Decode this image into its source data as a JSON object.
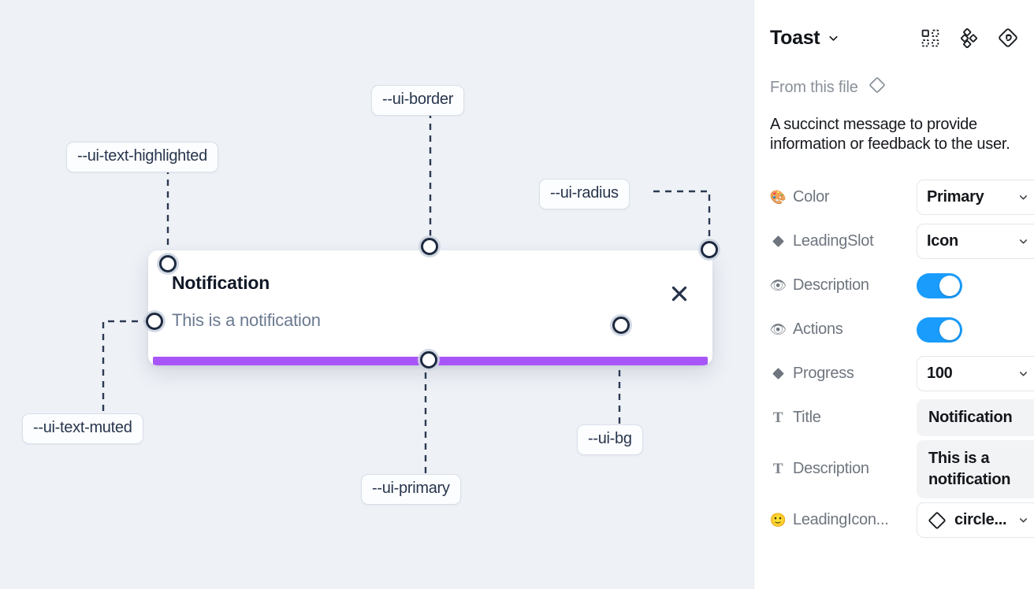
{
  "canvas": {
    "toast": {
      "title": "Notification",
      "description": "This is a notification",
      "close_icon": "close-icon",
      "progress_color": "#a855f7",
      "background": "#ffffff"
    },
    "callouts": [
      {
        "id": "ui-text-highlighted",
        "label": "--ui-text-highlighted"
      },
      {
        "id": "ui-border",
        "label": "--ui-border"
      },
      {
        "id": "ui-radius",
        "label": "--ui-radius"
      },
      {
        "id": "ui-text-muted",
        "label": "--ui-text-muted"
      },
      {
        "id": "ui-primary",
        "label": "--ui-primary"
      },
      {
        "id": "ui-bg",
        "label": "--ui-bg"
      }
    ],
    "background": "#eef1f6"
  },
  "panel": {
    "title": "Toast",
    "title_caret_icon": "chevron-down-icon",
    "header_icons": [
      {
        "name": "component-set-icon"
      },
      {
        "name": "variants-icon"
      },
      {
        "name": "reset-instance-icon"
      }
    ],
    "source_label": "From this file",
    "source_icon": "diamond-icon",
    "description": "A succinct message to provide information or feedback to the user.",
    "properties": [
      {
        "icon": "palette-emoji",
        "glyph": "🎨",
        "label": "Color",
        "control": "select",
        "value": "Primary"
      },
      {
        "icon": "diamond-icon",
        "glyph": "◆",
        "label": "LeadingSlot",
        "control": "select",
        "value": "Icon"
      },
      {
        "icon": "eye-emoji",
        "glyph": "👁",
        "label": "Description",
        "control": "toggle",
        "value": "on"
      },
      {
        "icon": "eye-emoji",
        "glyph": "👁",
        "label": "Actions",
        "control": "toggle",
        "value": "on"
      },
      {
        "icon": "diamond-icon",
        "glyph": "◆",
        "label": "Progress",
        "control": "select",
        "value": "100"
      },
      {
        "icon": "text-icon",
        "glyph": "T",
        "label": "Title",
        "control": "text",
        "value": "Notification"
      },
      {
        "icon": "text-icon",
        "glyph": "T",
        "label": "Description",
        "control": "text",
        "value": "This is a notification"
      },
      {
        "icon": "smiley-emoji",
        "glyph": "🙂",
        "label": "LeadingIcon...",
        "control": "icon-select",
        "value": "circle...",
        "lead_icon": "diamond-outline-icon"
      }
    ],
    "accent_color": "#1a9cfc"
  }
}
